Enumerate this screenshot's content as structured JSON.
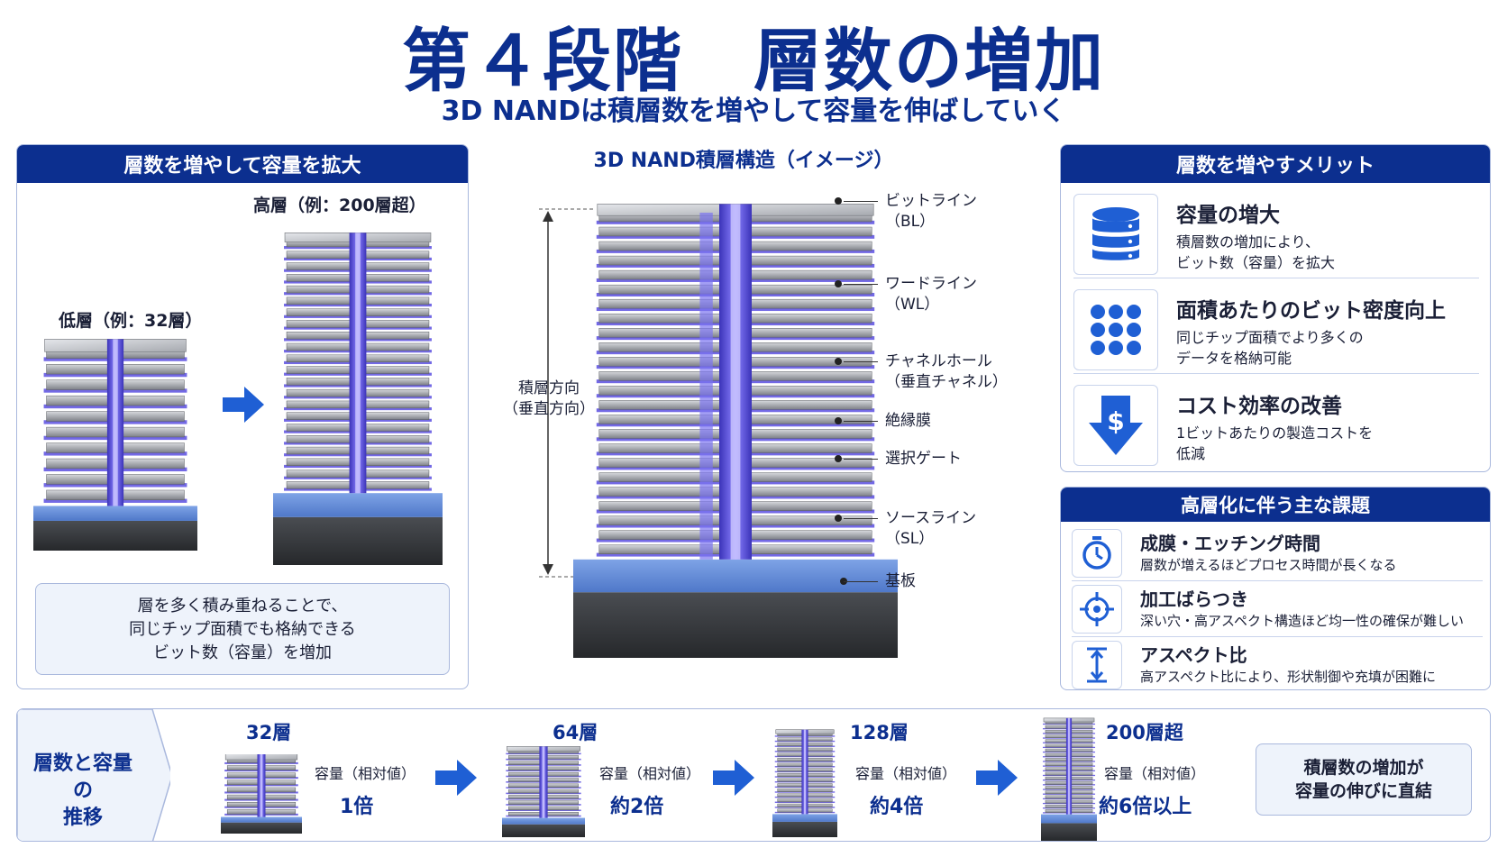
{
  "title": "第４段階　層数の増加",
  "subtitle": "3D NANDは積層数を増やして容量を伸ばしていく",
  "left_panel": {
    "header": "層数を増やして容量を拡大",
    "low_label": "低層（例：32層）",
    "high_label": "高層（例：200層超）",
    "note_lines": [
      "層を多く積み重ねることで、",
      "同じチップ面積でも格納できる",
      "ビット数（容量）を増加"
    ]
  },
  "center": {
    "title": "3D NAND積層構造（イメージ）",
    "axis_label_lines": [
      "積層方向",
      "（垂直方向）"
    ],
    "callouts": [
      {
        "lines": [
          "ビットライン",
          "（BL）"
        ]
      },
      {
        "lines": [
          "ワードライン",
          "（WL）"
        ]
      },
      {
        "lines": [
          "チャネルホール",
          "（垂直チャネル）"
        ]
      },
      {
        "lines": [
          "絶縁膜"
        ]
      },
      {
        "lines": [
          "選択ゲート"
        ]
      },
      {
        "lines": [
          "ソースライン",
          "（SL）"
        ]
      },
      {
        "lines": [
          "基板"
        ]
      }
    ]
  },
  "merits": {
    "header": "層数を増やすメリット",
    "items": [
      {
        "icon": "database-icon",
        "title": "容量の増大",
        "desc": [
          "積層数の増加により、",
          "ビット数（容量）を拡大"
        ]
      },
      {
        "icon": "dot-grid-icon",
        "title": "面積あたりのビット密度向上",
        "desc": [
          "同じチップ面積でより多くの",
          "データを格納可能"
        ]
      },
      {
        "icon": "dollar-down-icon",
        "title": "コスト効率の改善",
        "desc": [
          "1ビットあたりの製造コストを",
          "低減"
        ]
      }
    ]
  },
  "issues": {
    "header": "高層化に伴う主な課題",
    "items": [
      {
        "icon": "stopwatch-icon",
        "title": "成膜・エッチング時間",
        "desc": "層数が増えるほどプロセス時間が長くなる"
      },
      {
        "icon": "crosshair-icon",
        "title": "加工ばらつき",
        "desc": "深い穴・高アスペクト構造ほど均一性の確保が難しい"
      },
      {
        "icon": "vertical-aspect-icon",
        "title": "アスペクト比",
        "desc": "高アスペクト比により、形状制御や充填が困難に"
      }
    ]
  },
  "bottom": {
    "tag_lines": [
      "層数と容量の",
      "推移"
    ],
    "stages": [
      {
        "layers": "32層",
        "caption": "容量（相対値）",
        "value": "1倍"
      },
      {
        "layers": "64層",
        "caption": "容量（相対値）",
        "value": "約2倍"
      },
      {
        "layers": "128層",
        "caption": "容量（相対値）",
        "value": "約4倍"
      },
      {
        "layers": "200層超",
        "caption": "容量（相対値）",
        "value": "約6倍以上"
      }
    ],
    "conclusion_lines": [
      "積層数の増加が",
      "容量の伸びに直結"
    ]
  },
  "colors": {
    "accent": "#0c2f8f",
    "channel": "#5a4fe0",
    "layer": "#8c8f96"
  }
}
